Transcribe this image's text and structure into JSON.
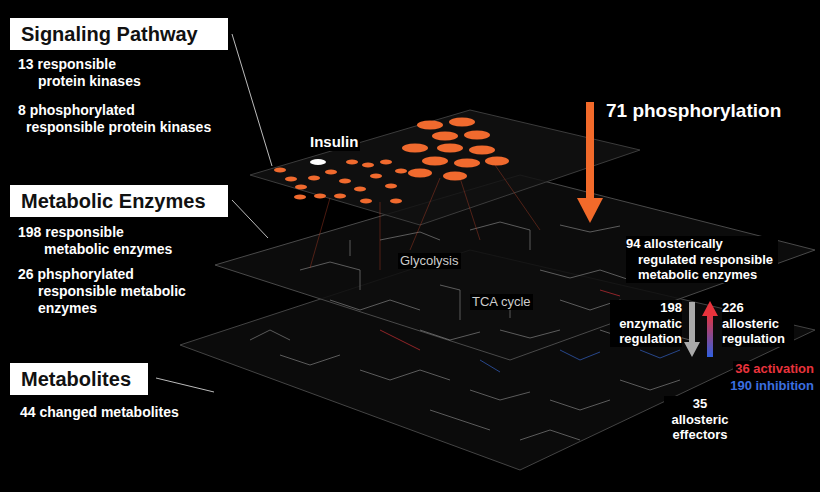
{
  "diagram": {
    "nodes": [
      {
        "text": [
          "Signaling Pathway"
        ]
      },
      {
        "text": [
          "Metabolic Enzymes"
        ]
      },
      {
        "text": [
          "Metabolites"
        ]
      }
    ],
    "labels": [
      "13 responsible protein kinases",
      "8 phosphorylated responsible protein kinases",
      "198 responsible metabolic enzymes",
      "26 phsphorylated responsible metabolic enzymes",
      "44 changed metabolites",
      "Insulin",
      "Glycolysis",
      "TCA cycle",
      "71 phosphorylation",
      "94 allosterically regulated responsible metabolic enzymes",
      "198 enzymatic regulation",
      "226 allosteric regulation",
      "36 activation",
      "190 inhibition",
      "35 allosteric effectors"
    ]
  }
}
